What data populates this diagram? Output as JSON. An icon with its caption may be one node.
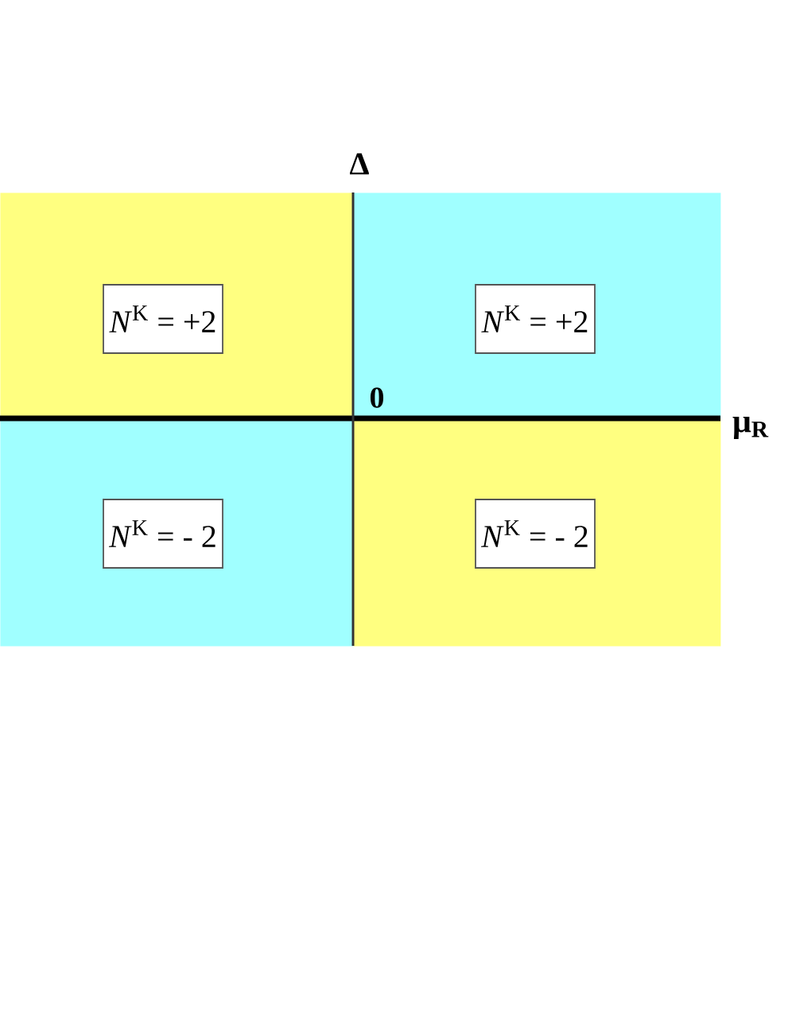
{
  "diagram": {
    "nodes": [
      {
        "text": [],
        "shape": "box"
      },
      {
        "text": [],
        "shape": "box"
      },
      {
        "text": [],
        "shape": "box"
      },
      {
        "text": [],
        "shape": "box"
      },
      {
        "text": [
          "*N*$^{K}$ = +2"
        ],
        "in": 0
      },
      {
        "text": [
          "*N*$^{K}$ = +2"
        ],
        "in": 1
      },
      {
        "text": [
          "*N*$^{K}$ = - 2"
        ],
        "in": 2
      },
      {
        "text": [
          "*N*$^{K}$ = - 2"
        ],
        "in": 3
      }
    ],
    "labels": [
      "Δ",
      "0",
      "μ$_{R}$"
    ]
  }
}
